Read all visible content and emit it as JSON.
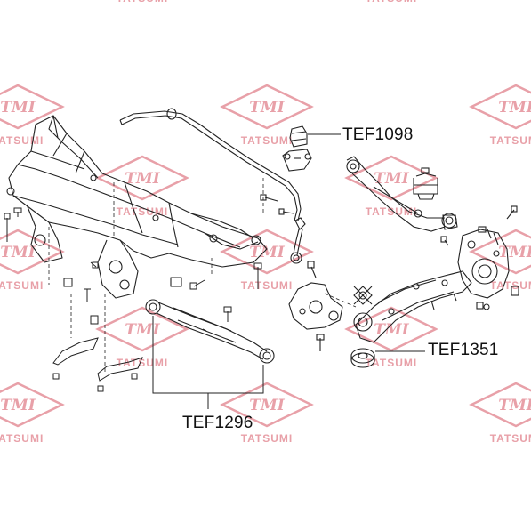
{
  "watermark": {
    "brand": "TMI",
    "sub": "TATSUMI",
    "color": "#e8a0a8"
  },
  "callouts": {
    "tef1098": "TEF1098",
    "tef1351": "TEF1351",
    "tef1296": "TEF1296"
  },
  "colors": {
    "line": "#222222",
    "watermark": "#e8a0a8"
  }
}
